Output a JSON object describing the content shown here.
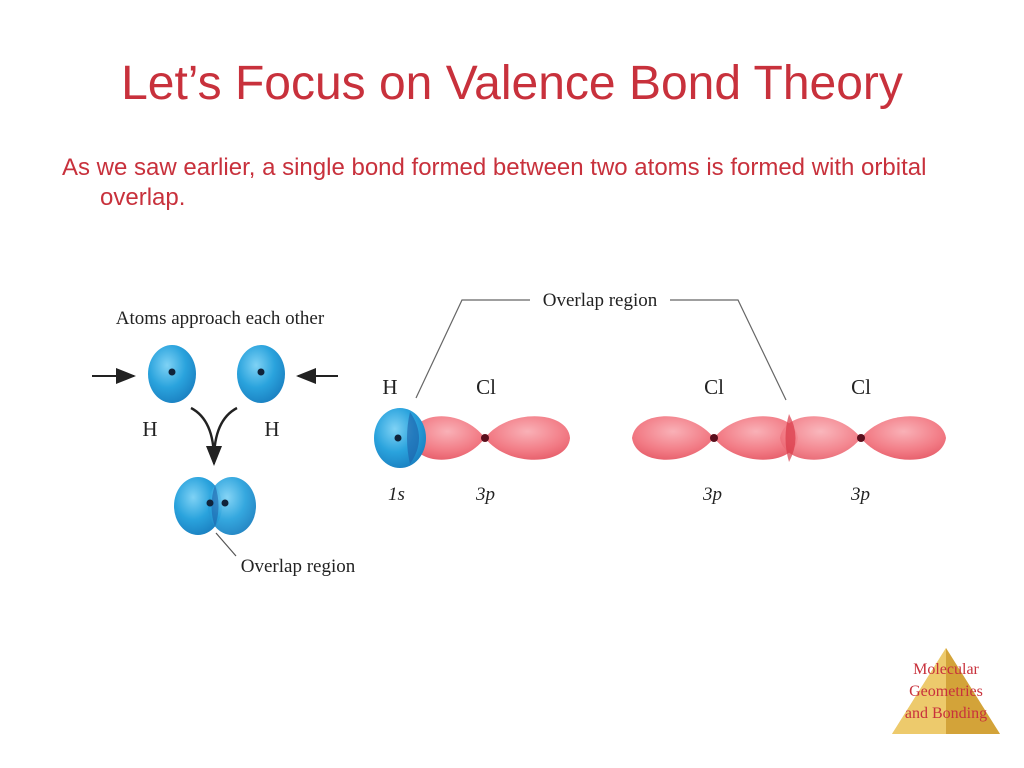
{
  "slide": {
    "title": "Let’s Focus on Valence Bond Theory",
    "bullet": "As we saw earlier, a single bond formed between two atoms is formed with orbital overlap."
  },
  "diagram": {
    "left": {
      "approach_label": "Atoms approach each other",
      "atom1_label": "H",
      "atom2_label": "H",
      "overlap_label": "Overlap region"
    },
    "right": {
      "overlap_label": "Overlap region",
      "hcl": {
        "atom1_label": "H",
        "atom2_label": "Cl",
        "orbital1_label": "1s",
        "orbital2_label": "3p"
      },
      "clcl": {
        "atom1_label": "Cl",
        "atom2_label": "Cl",
        "orbital1_label": "3p",
        "orbital2_label": "3p"
      }
    }
  },
  "footer": {
    "lines": [
      "Molecular",
      "Geometries",
      "and Bonding"
    ]
  },
  "colors": {
    "title": "#c8313c",
    "s_orbital": "#2aa3dd",
    "p_orbital": "#f0707a",
    "overlap_dark": "#1e5fa8",
    "logo": "#e0b64a"
  }
}
